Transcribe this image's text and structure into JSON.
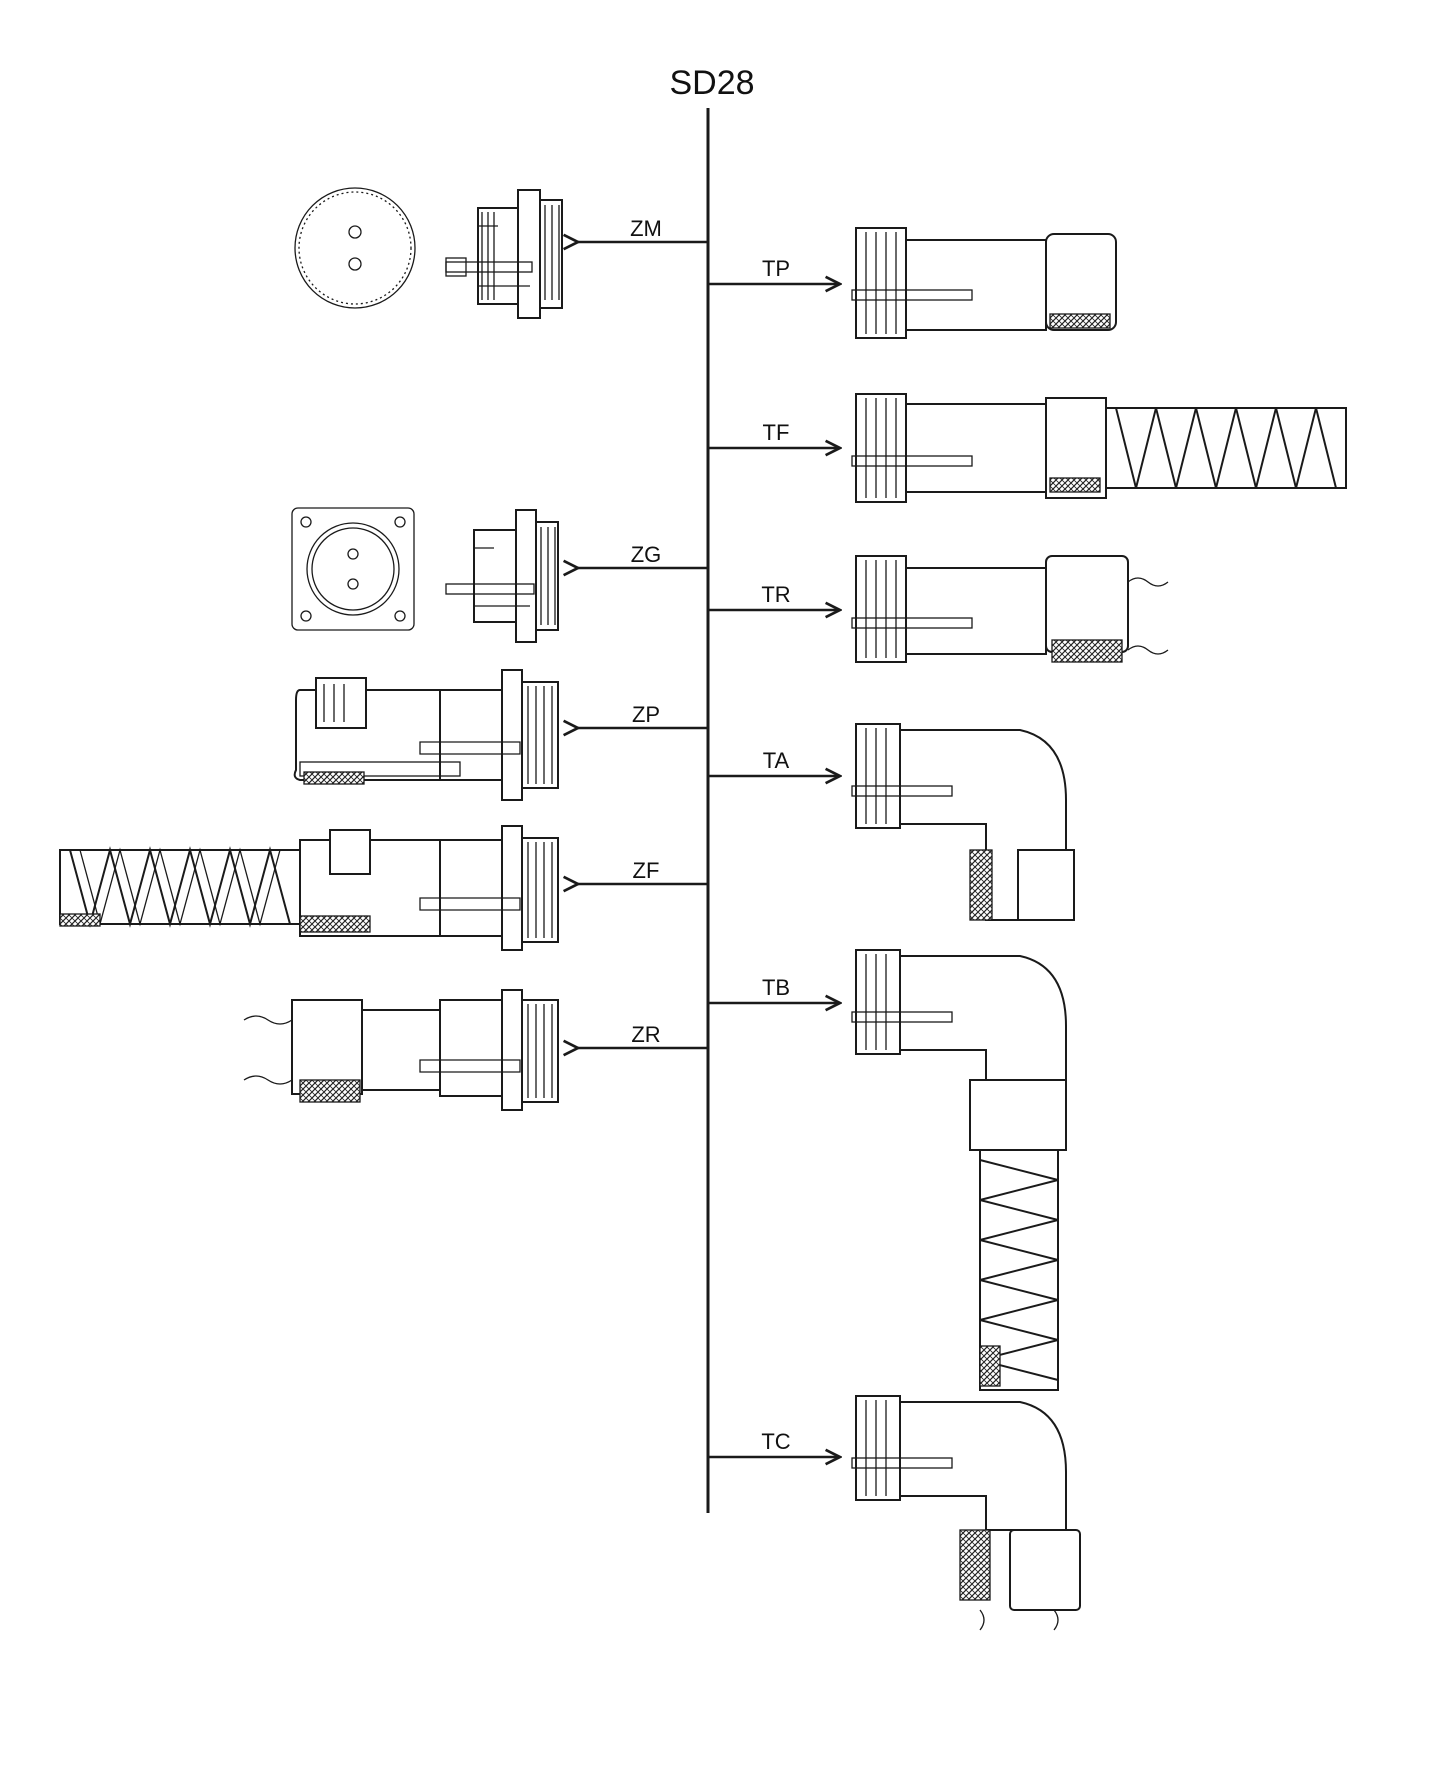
{
  "title": "SD28",
  "left_labels": [
    "ZM",
    "ZG",
    "ZP",
    "ZF",
    "ZR"
  ],
  "right_labels": [
    "TP",
    "TF",
    "TR",
    "TA",
    "TB",
    "TC"
  ]
}
